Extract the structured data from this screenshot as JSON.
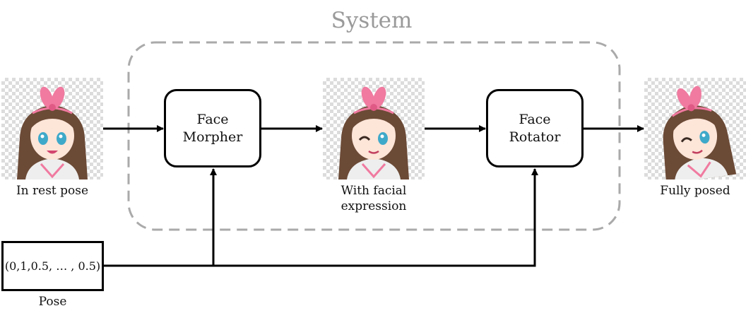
{
  "diagram": {
    "system_title": "System",
    "nodes": {
      "face_morpher": "Face\nMorpher",
      "face_rotator": "Face\nRotator"
    },
    "images": {
      "rest_pose": "In rest pose",
      "facial_expression": "With facial\nexpression",
      "fully_posed": "Fully posed"
    },
    "pose": {
      "vector": "(0,1,0.5, … , 0.5)",
      "label": "Pose"
    }
  },
  "colors": {
    "line": "#000000",
    "system_border": "#aaaaaa",
    "system_title": "#9a9a9a",
    "ribbon": "#f07aa0",
    "hair": "#6b4a36",
    "eye": "#3fa9c9",
    "skin": "#fde5d8",
    "uniform": "#eeeeee",
    "checker": "#dcdcdc"
  }
}
